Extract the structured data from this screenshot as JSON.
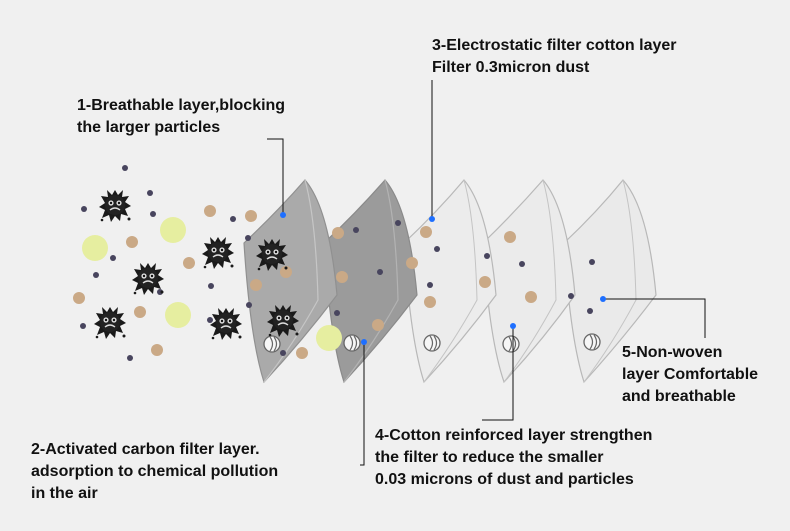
{
  "colors": {
    "background": "#f0f0f0",
    "leader_line": "#111111",
    "marker_dot": "#1e6fff",
    "layer1_fill": "#a8a8a8",
    "layer2_fill": "#9a9a9a",
    "white_layer_fill": "#e9e9e9",
    "pollen": "#e6eea0",
    "dust": "#caa986",
    "fine_particle": "#48455e",
    "germ": "#1a1a1a"
  },
  "labels": {
    "layer1": [
      "1-Breathable layer,blocking",
      "the larger particles"
    ],
    "layer2": [
      "2-Activated carbon filter layer.",
      "adsorption to chemical pollution",
      "in the air"
    ],
    "layer3": [
      "3-Electrostatic filter cotton layer",
      "Filter 0.3micron dust"
    ],
    "layer4": [
      "4-Cotton reinforced layer strengthen",
      "the filter to reduce the smaller",
      "0.03 microns of dust and particles"
    ],
    "layer5": [
      "5-Non-woven",
      "layer Comfortable",
      "and breathable"
    ]
  },
  "icons": {
    "germ": "germ-icon",
    "pollen": "pollen-icon",
    "dust": "dust-particle-icon",
    "fine": "fine-particle-icon",
    "valve": "valve-icon"
  }
}
